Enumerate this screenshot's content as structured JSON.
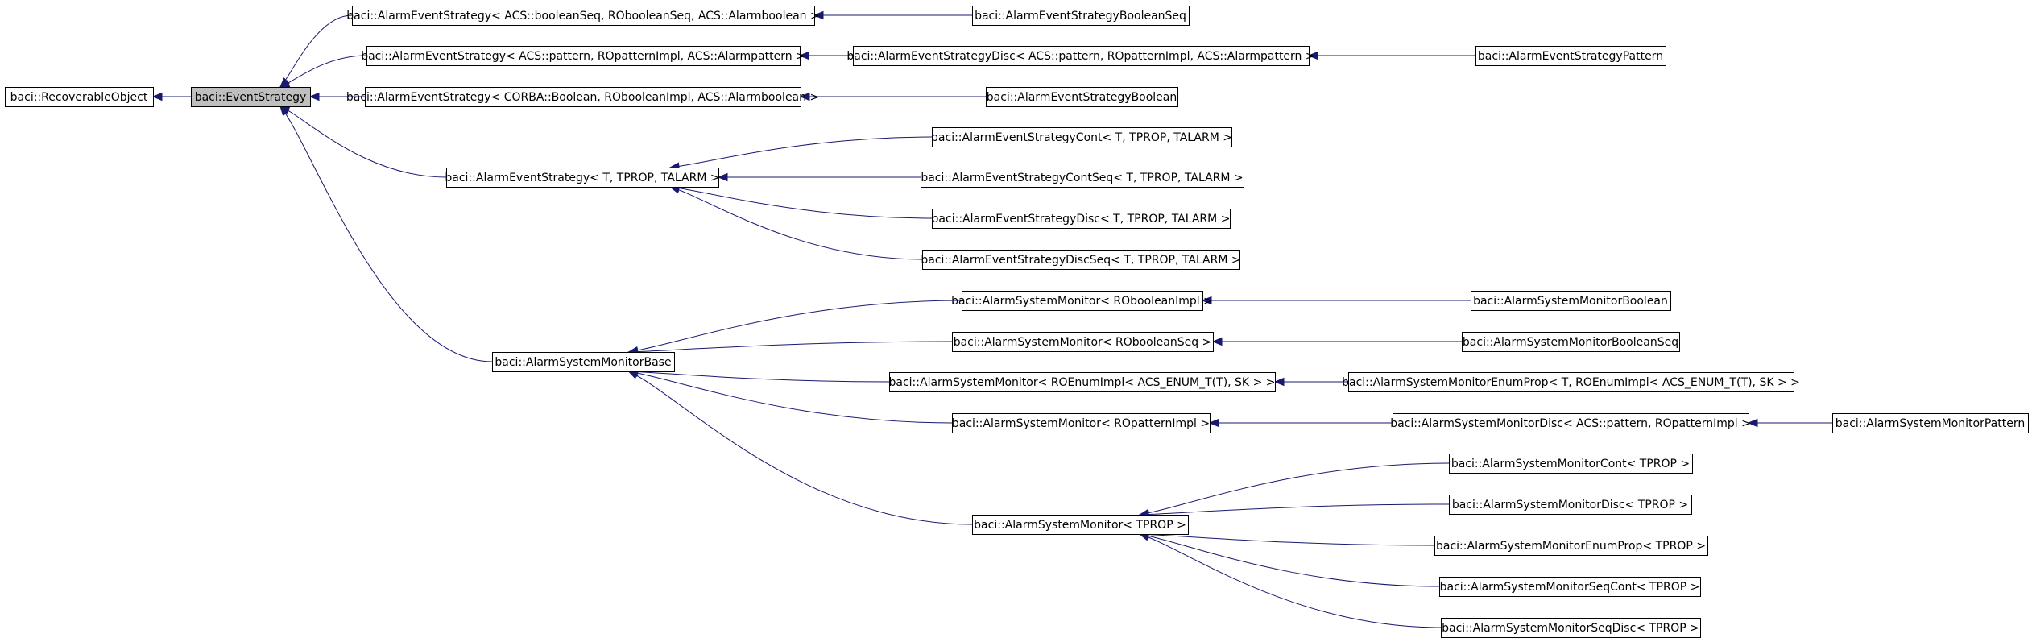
{
  "diagram": {
    "type": "class-inheritance-graph",
    "colors": {
      "edge": "#191970",
      "node_border": "#000000",
      "focus_fill": "#bfbfbf",
      "node_fill": "#ffffff"
    },
    "nodes": [
      {
        "id": "recoverable",
        "label": "baci::RecoverableObject"
      },
      {
        "id": "eventstrategy",
        "label": "baci::EventStrategy",
        "focus": true
      },
      {
        "id": "aes_boolseq",
        "label": "baci::AlarmEventStrategy< ACS::booleanSeq, RObooleanSeq, ACS::Alarmboolean >"
      },
      {
        "id": "aes_boolseq_leaf",
        "label": "baci::AlarmEventStrategyBooleanSeq"
      },
      {
        "id": "aes_pattern",
        "label": "baci::AlarmEventStrategy< ACS::pattern, ROpatternImpl, ACS::Alarmpattern >"
      },
      {
        "id": "aesdisc_pattern",
        "label": "baci::AlarmEventStrategyDisc< ACS::pattern, ROpatternImpl, ACS::Alarmpattern >"
      },
      {
        "id": "aes_pattern_leaf",
        "label": "baci::AlarmEventStrategyPattern"
      },
      {
        "id": "aes_boolean",
        "label": "baci::AlarmEventStrategy< CORBA::Boolean, RObooleanImpl, ACS::Alarmboolean >"
      },
      {
        "id": "aes_boolean_leaf",
        "label": "baci::AlarmEventStrategyBoolean"
      },
      {
        "id": "aes_t",
        "label": "baci::AlarmEventStrategy< T, TPROP, TALARM >"
      },
      {
        "id": "aes_cont",
        "label": "baci::AlarmEventStrategyCont< T, TPROP, TALARM >"
      },
      {
        "id": "aes_contseq",
        "label": "baci::AlarmEventStrategyContSeq< T, TPROP, TALARM >"
      },
      {
        "id": "aes_disc",
        "label": "baci::AlarmEventStrategyDisc< T, TPROP, TALARM >"
      },
      {
        "id": "aes_discseq",
        "label": "baci::AlarmEventStrategyDiscSeq< T, TPROP, TALARM >"
      },
      {
        "id": "asmb",
        "label": "baci::AlarmSystemMonitorBase"
      },
      {
        "id": "asm_boolean",
        "label": "baci::AlarmSystemMonitor< RObooleanImpl >"
      },
      {
        "id": "asm_boolean_leaf",
        "label": "baci::AlarmSystemMonitorBoolean"
      },
      {
        "id": "asm_boolseq",
        "label": "baci::AlarmSystemMonitor< RObooleanSeq >"
      },
      {
        "id": "asm_boolseq_leaf",
        "label": "baci::AlarmSystemMonitorBooleanSeq"
      },
      {
        "id": "asm_enum",
        "label": "baci::AlarmSystemMonitor< ROEnumImpl< ACS_ENUM_T(T), SK > >"
      },
      {
        "id": "asm_enumprop_t",
        "label": "baci::AlarmSystemMonitorEnumProp< T, ROEnumImpl< ACS_ENUM_T(T), SK > >"
      },
      {
        "id": "asm_pattern",
        "label": "baci::AlarmSystemMonitor< ROpatternImpl >"
      },
      {
        "id": "asmdisc_pattern",
        "label": "baci::AlarmSystemMonitorDisc< ACS::pattern, ROpatternImpl >"
      },
      {
        "id": "asm_pattern_leaf",
        "label": "baci::AlarmSystemMonitorPattern"
      },
      {
        "id": "asm_tprop",
        "label": "baci::AlarmSystemMonitor< TPROP >"
      },
      {
        "id": "asm_cont",
        "label": "baci::AlarmSystemMonitorCont< TPROP >"
      },
      {
        "id": "asm_disc",
        "label": "baci::AlarmSystemMonitorDisc< TPROP >"
      },
      {
        "id": "asm_enumprop",
        "label": "baci::AlarmSystemMonitorEnumProp< TPROP >"
      },
      {
        "id": "asm_seqcont",
        "label": "baci::AlarmSystemMonitorSeqCont< TPROP >"
      },
      {
        "id": "asm_seqdisc",
        "label": "baci::AlarmSystemMonitorSeqDisc< TPROP >"
      }
    ],
    "edges": [
      {
        "from": "eventstrategy",
        "to": "recoverable"
      },
      {
        "from": "aes_boolseq",
        "to": "eventstrategy"
      },
      {
        "from": "aes_pattern",
        "to": "eventstrategy"
      },
      {
        "from": "aes_boolean",
        "to": "eventstrategy"
      },
      {
        "from": "aes_t",
        "to": "eventstrategy"
      },
      {
        "from": "asmb",
        "to": "eventstrategy"
      },
      {
        "from": "aes_boolseq_leaf",
        "to": "aes_boolseq"
      },
      {
        "from": "aesdisc_pattern",
        "to": "aes_pattern"
      },
      {
        "from": "aes_pattern_leaf",
        "to": "aesdisc_pattern"
      },
      {
        "from": "aes_boolean_leaf",
        "to": "aes_boolean"
      },
      {
        "from": "aes_cont",
        "to": "aes_t"
      },
      {
        "from": "aes_contseq",
        "to": "aes_t"
      },
      {
        "from": "aes_disc",
        "to": "aes_t"
      },
      {
        "from": "aes_discseq",
        "to": "aes_t"
      },
      {
        "from": "asm_boolean",
        "to": "asmb"
      },
      {
        "from": "asm_boolseq",
        "to": "asmb"
      },
      {
        "from": "asm_enum",
        "to": "asmb"
      },
      {
        "from": "asm_pattern",
        "to": "asmb"
      },
      {
        "from": "asm_tprop",
        "to": "asmb"
      },
      {
        "from": "asm_boolean_leaf",
        "to": "asm_boolean"
      },
      {
        "from": "asm_boolseq_leaf",
        "to": "asm_boolseq"
      },
      {
        "from": "asm_enumprop_t",
        "to": "asm_enum"
      },
      {
        "from": "asmdisc_pattern",
        "to": "asm_pattern"
      },
      {
        "from": "asm_pattern_leaf",
        "to": "asmdisc_pattern"
      },
      {
        "from": "asm_cont",
        "to": "asm_tprop"
      },
      {
        "from": "asm_disc",
        "to": "asm_tprop"
      },
      {
        "from": "asm_enumprop",
        "to": "asm_tprop"
      },
      {
        "from": "asm_seqcont",
        "to": "asm_tprop"
      },
      {
        "from": "asm_seqdisc",
        "to": "asm_tprop"
      }
    ]
  }
}
